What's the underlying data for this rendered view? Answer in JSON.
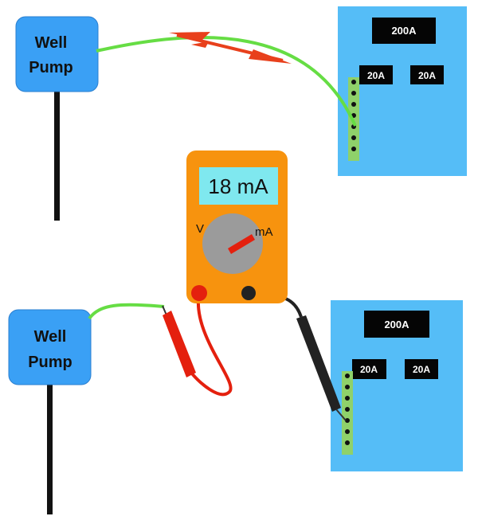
{
  "colors": {
    "pump": "#3aa0f5",
    "panel": "#55bdf7",
    "wire": "#66dd44",
    "arrow": "#e8401c",
    "meter_body": "#f7930e",
    "meter_display": "#7fe8ef",
    "dial": "#9b9b9b",
    "probe_red": "#e4200e",
    "probe_black": "#222222",
    "bus_bar": "#8fd16a"
  },
  "top_scene": {
    "pump": {
      "line1": "Well",
      "line2": "Pump"
    },
    "panel": {
      "main_breaker": "200A",
      "breaker_left": "20A",
      "breaker_right": "20A"
    }
  },
  "meter": {
    "reading": "18 mA",
    "dial_left": "V",
    "dial_right": "mA"
  },
  "bottom_scene": {
    "pump": {
      "line1": "Well",
      "line2": "Pump"
    },
    "panel": {
      "main_breaker": "200A",
      "breaker_left": "20A",
      "breaker_right": "20A"
    }
  }
}
